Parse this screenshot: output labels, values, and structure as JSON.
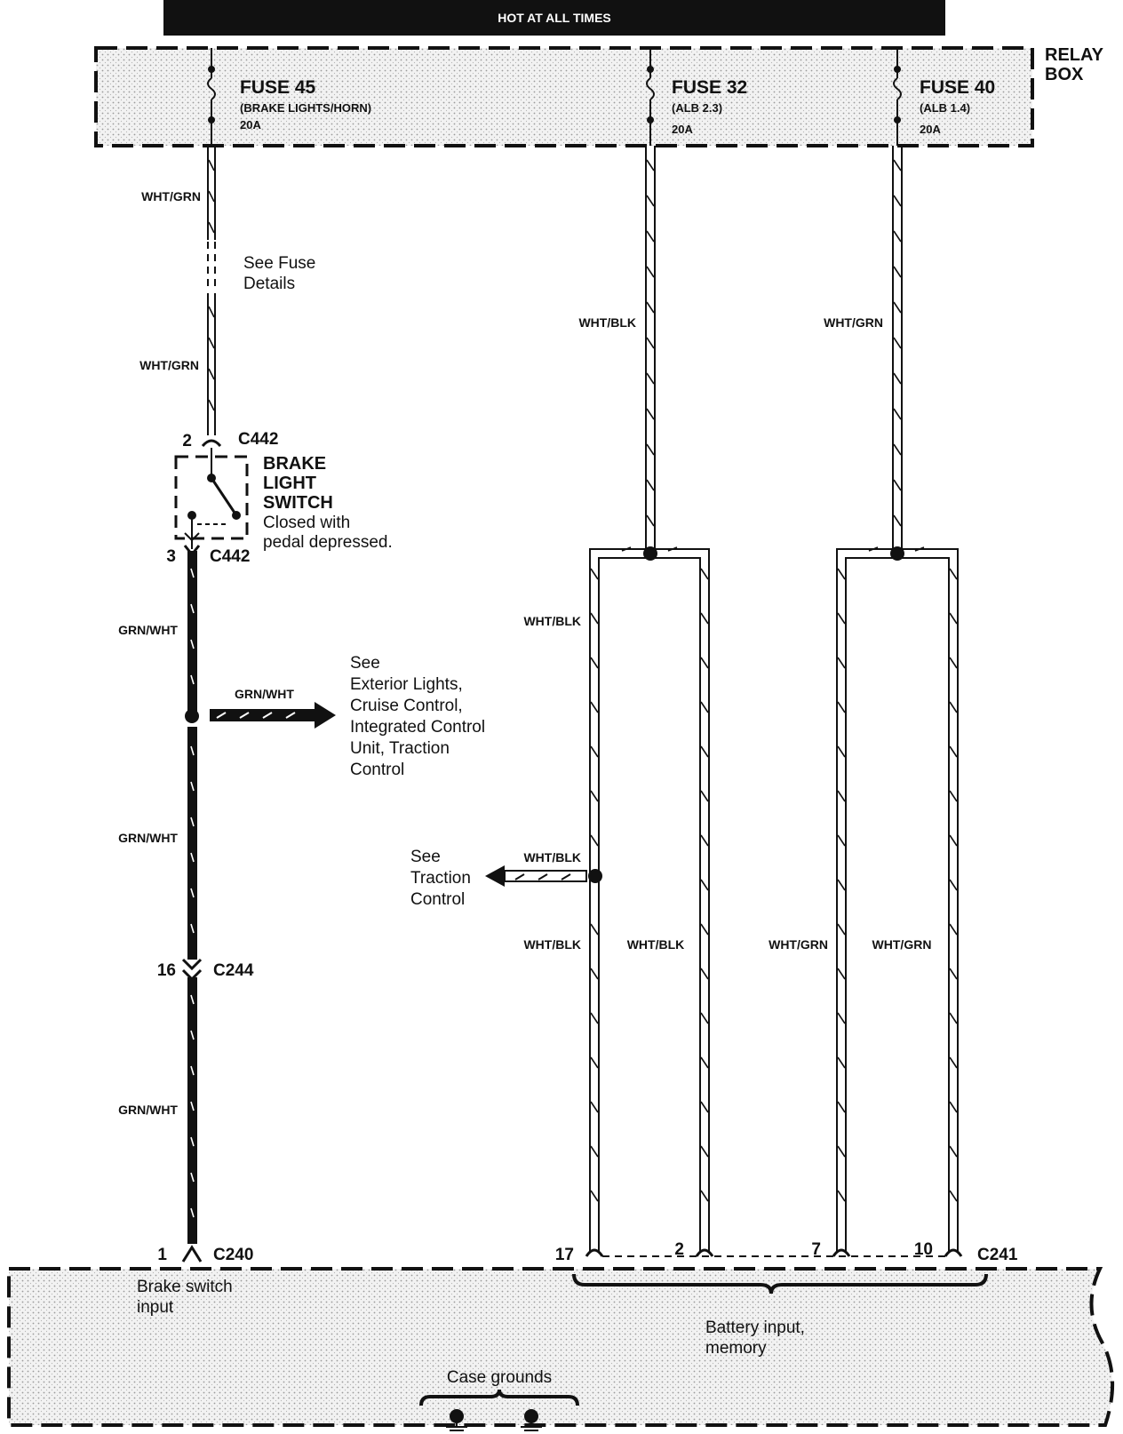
{
  "header": {
    "title": "HOT AT ALL TIMES"
  },
  "relay_box": {
    "label_line1": "RELAY",
    "label_line2": "BOX",
    "fuses": [
      {
        "name": "FUSE 45",
        "desc": "(BRAKE LIGHTS/HORN)",
        "rating": "20A"
      },
      {
        "name": "FUSE 32",
        "desc": "(ALB 2.3)",
        "rating": "20A"
      },
      {
        "name": "FUSE 40",
        "desc": "(ALB 1.4)",
        "rating": "20A"
      }
    ]
  },
  "wires": {
    "fuse45_upper": "WHT/GRN",
    "fuse45_lower": "WHT/GRN",
    "fuse32": "WHT/BLK",
    "fuse40": "WHT/GRN",
    "switch_out_1": "GRN/WHT",
    "branch_right": "GRN/WHT",
    "switch_out_2": "GRN/WHT",
    "switch_out_3": "GRN/WHT",
    "fuse32_left_upper": "WHT/BLK",
    "branch_left": "WHT/BLK",
    "fuse32_left_lower": "WHT/BLK",
    "fuse32_right": "WHT/BLK",
    "fuse40_left": "WHT/GRN",
    "fuse40_right": "WHT/GRN"
  },
  "notes": {
    "see_fuse_line1": "See  Fuse",
    "see_fuse_line2": "Details",
    "exterior": [
      "See",
      "Exterior Lights,",
      "Cruise Control,",
      "Integrated Control",
      "Unit, Traction",
      "Control"
    ],
    "traction": [
      "See",
      "Traction",
      "Control"
    ]
  },
  "switch": {
    "name_lines": [
      "BRAKE",
      "LIGHT",
      "SWITCH"
    ],
    "desc_line1": "Closed with",
    "desc_line2": "pedal depressed."
  },
  "connectors": {
    "c442_top_pin": "2",
    "c442_top": "C442",
    "c442_bottom_pin": "3",
    "c442_bottom": "C442",
    "c244_pin": "16",
    "c244": "C244",
    "c240_pin": "1",
    "c240": "C240",
    "c241_pins": [
      "17",
      "2",
      "7",
      "10"
    ],
    "c241": "C241"
  },
  "module": {
    "brake_input_line1": "Brake switch",
    "brake_input_line2": "input",
    "battery_line1": "Battery input,",
    "battery_line2": "memory",
    "case_grounds": "Case grounds"
  },
  "colors": {
    "ink": "#111111",
    "background": "#ffffff",
    "shade": "#e6e6e6"
  }
}
